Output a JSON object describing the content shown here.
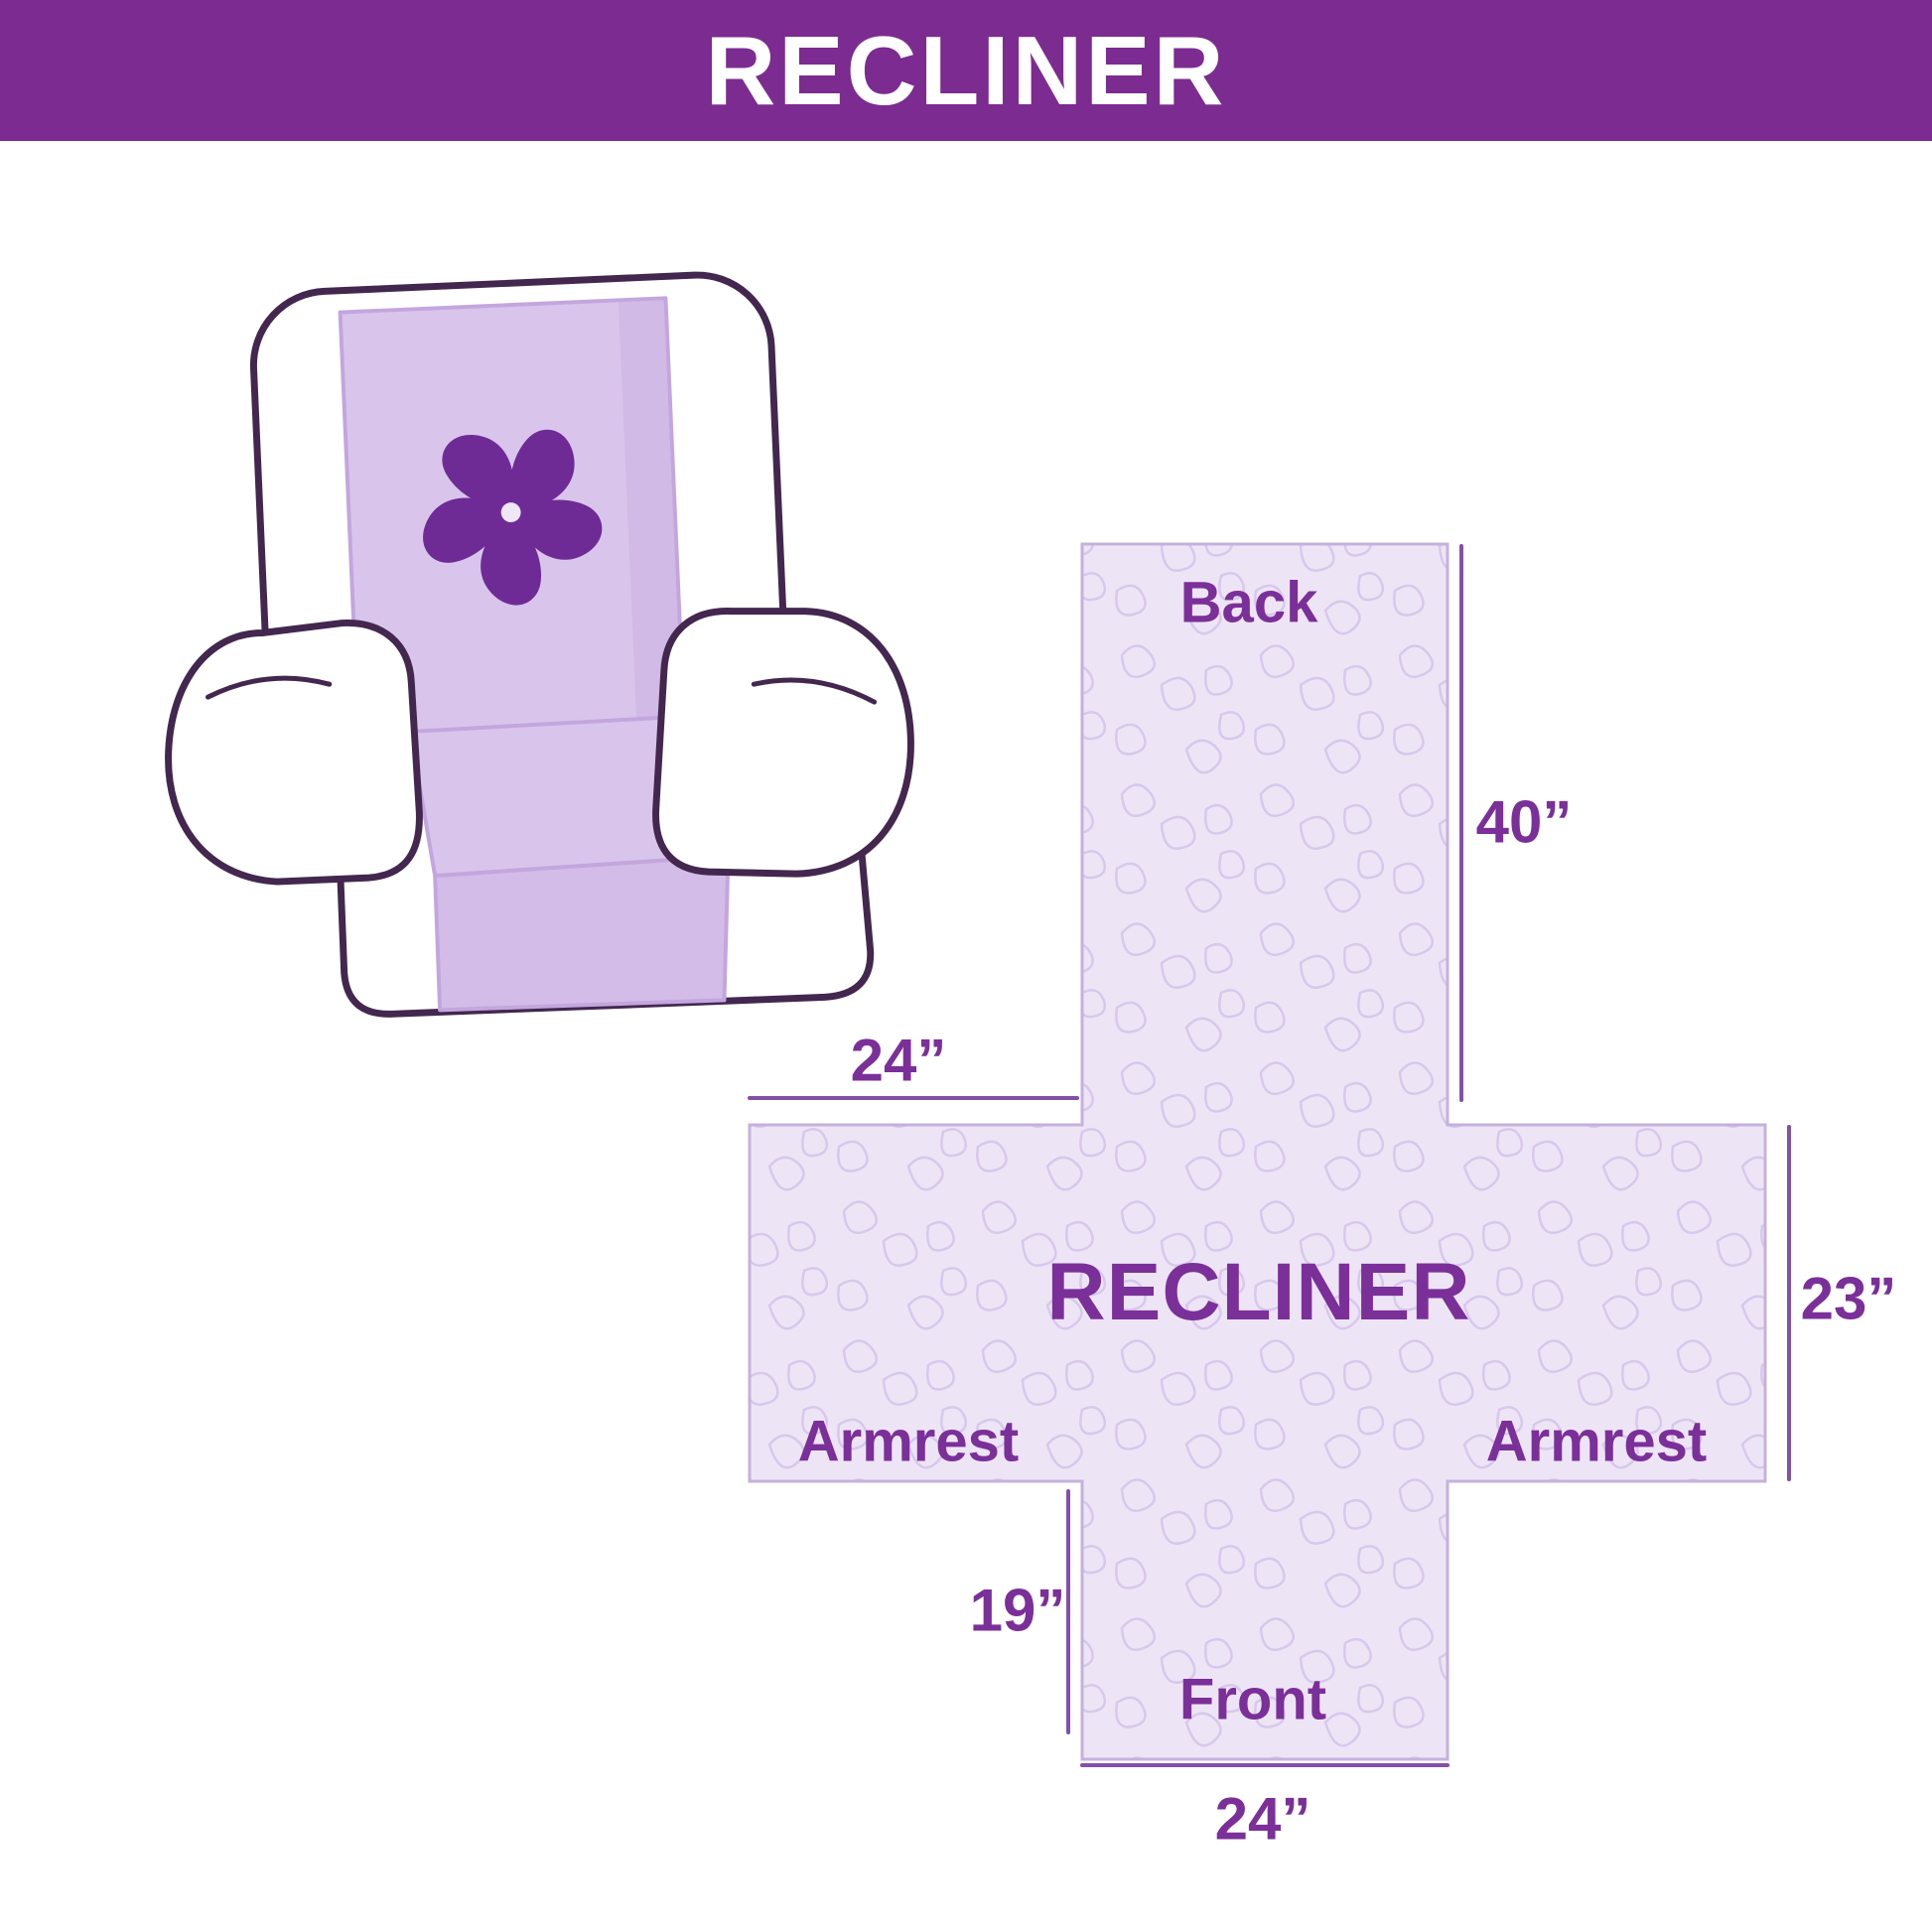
{
  "header": {
    "title": "RECLINER"
  },
  "diagram": {
    "center_label": "RECLINER",
    "back_label": "Back",
    "front_label": "Front",
    "armrest_left_label": "Armrest",
    "armrest_right_label": "Armrest",
    "dimensions": {
      "back_height": "40”",
      "armrest_top_width": "24”",
      "armrest_depth": "23”",
      "front_height": "19”",
      "front_width": "24”"
    }
  },
  "colors": {
    "header_bg": "#7c2b90",
    "label_text": "#7b2f99",
    "dimension_line": "#8350a8",
    "cover_fill": "#d9c5ec",
    "diagram_fill": "#ede5f6",
    "texture_stroke": "#d8c8ec",
    "chair_outline": "#43274f"
  }
}
